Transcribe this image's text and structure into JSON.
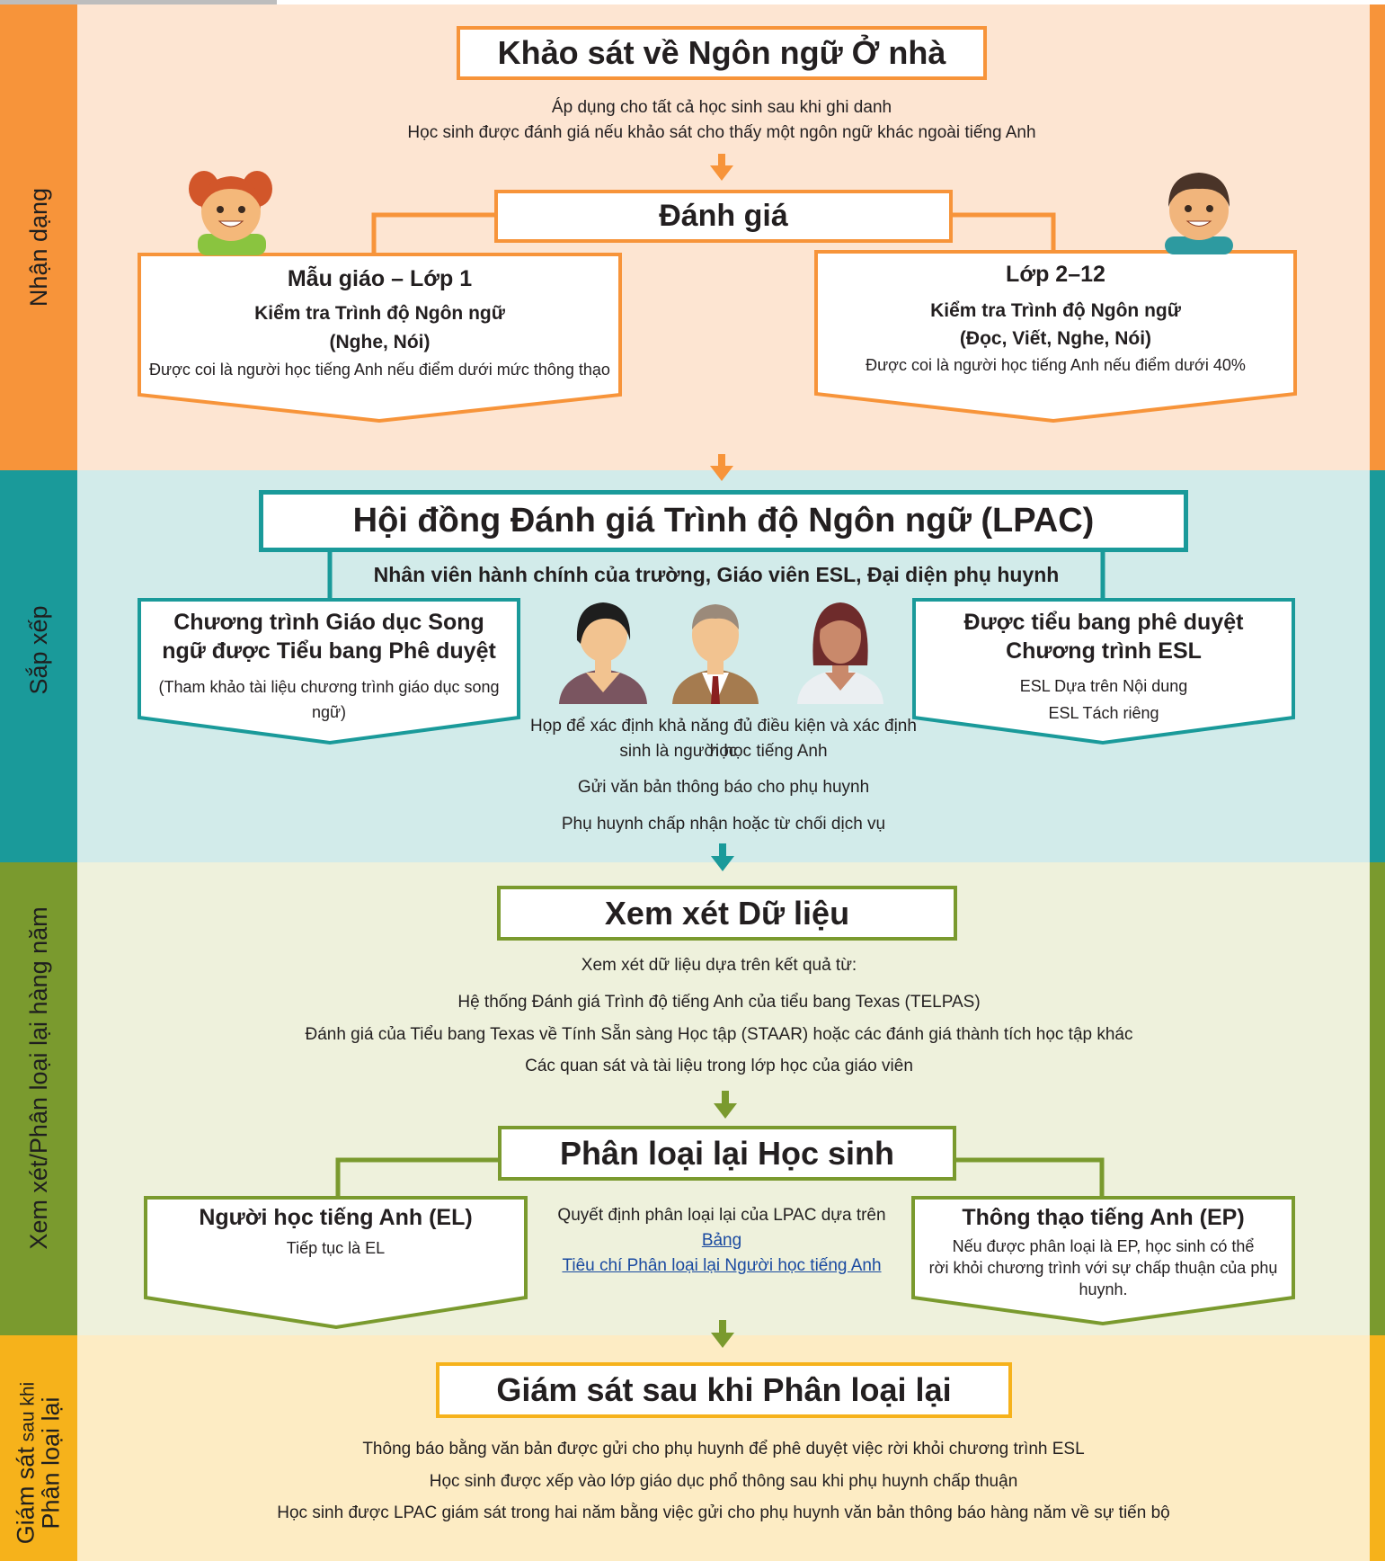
{
  "colors": {
    "orange": "#f7943a",
    "orange_band": "#fde5d2",
    "teal": "#1a9a9a",
    "teal_band": "#d2ebea",
    "green": "#7a9a2e",
    "green_band": "#eef1dc",
    "gold": "#f6b21b",
    "gold_band": "#fdecc4"
  },
  "stages": {
    "identify": "Nhận dạng",
    "placement": "Sắp xếp",
    "review_line1": "Xem xét/Phân loại lại hàng năm",
    "monitor_line1_big": "Giám sát",
    "monitor_line1_small": " sau khi",
    "monitor_line2": "Phân loại lại"
  },
  "identify": {
    "survey_title": "Khảo sát về Ngôn ngữ Ở nhà",
    "survey_note1": "Áp dụng cho tất cả học sinh sau khi ghi danh",
    "survey_note2": "Học sinh được đánh giá nếu khảo sát cho thấy một ngôn ngữ khác ngoài tiếng Anh",
    "assessment_title": "Đánh giá",
    "left": {
      "title": "Mẫu giáo – Lớp 1",
      "test": "Kiểm tra Trình độ Ngôn ngữ",
      "skills": "(Nghe, Nói)",
      "note": "Được coi là người học tiếng Anh nếu điểm dưới mức thông thạo"
    },
    "right": {
      "title": "Lớp 2–12",
      "test": "Kiểm tra Trình độ Ngôn ngữ",
      "skills": "(Đọc, Viết, Nghe, Nói)",
      "note": "Được coi là người học tiếng Anh nếu điểm dưới 40%"
    }
  },
  "placement": {
    "lpac_title": "Hội đồng Đánh giá Trình độ Ngôn ngữ (LPAC)",
    "lpac_members": "Nhân viên hành chính của trường, Giáo viên ESL, Đại diện phụ huynh",
    "left": {
      "title_line1": "Chương trình Giáo dục Song",
      "title_line2": "ngữ được Tiểu bang Phê duyệt",
      "note": "(Tham khảo tài liệu chương trình giáo dục song ngữ)"
    },
    "right": {
      "title_line1": "Được tiểu bang phê duyệt",
      "title_line2": "Chương trình ESL",
      "item1": "ESL Dựa trên Nội dung",
      "item2": "ESL Tách riêng"
    },
    "meet_line1": "Họp để xác định khả năng đủ điều kiện và xác định học",
    "meet_line2": "sinh là người học tiếng Anh",
    "notice": "Gửi văn bản thông báo cho phụ huynh",
    "accept": "Phụ huynh chấp nhận hoặc từ chối dịch vụ"
  },
  "review": {
    "data_title": "Xem xét Dữ liệu",
    "intro": "Xem xét dữ liệu dựa trên kết quả từ:",
    "item1": "Hệ thống Đánh giá Trình độ tiếng Anh của tiểu bang Texas (TELPAS)",
    "item2": "Đánh giá của Tiểu bang Texas về Tính Sẵn sàng Học tập (STAAR) hoặc các đánh giá thành tích học tập khác",
    "item3": "Các quan sát và tài liệu trong lớp học của giáo viên",
    "reclass_title": "Phân loại lại Học sinh",
    "left": {
      "title": "Người học tiếng Anh (EL)",
      "note": "Tiếp tục là EL"
    },
    "middle_prefix": "Quyết định phân loại lại của LPAC dựa trên ",
    "middle_link_a": "Bảng",
    "middle_link_b": "Tiêu chí Phân loại lại Người học tiếng Anh",
    "right": {
      "title": "Thông thạo tiếng Anh (EP)",
      "note_line1": "Nếu được phân loại là EP, học sinh có thể",
      "note_line2": "rời khỏi chương trình với sự chấp thuận của phụ",
      "note_line3": "huynh."
    }
  },
  "monitor": {
    "title": "Giám sát sau khi Phân loại lại",
    "item1": "Thông báo bằng văn bản được gửi cho phụ huynh để phê duyệt việc rời khỏi chương trình ESL",
    "item2": "Học sinh được xếp vào lớp giáo dục phổ thông sau khi phụ huynh chấp thuận",
    "item3": "Học sinh được LPAC giám sát trong hai năm bằng việc gửi cho phụ huynh văn bản thông báo hàng năm về sự tiến bộ"
  }
}
